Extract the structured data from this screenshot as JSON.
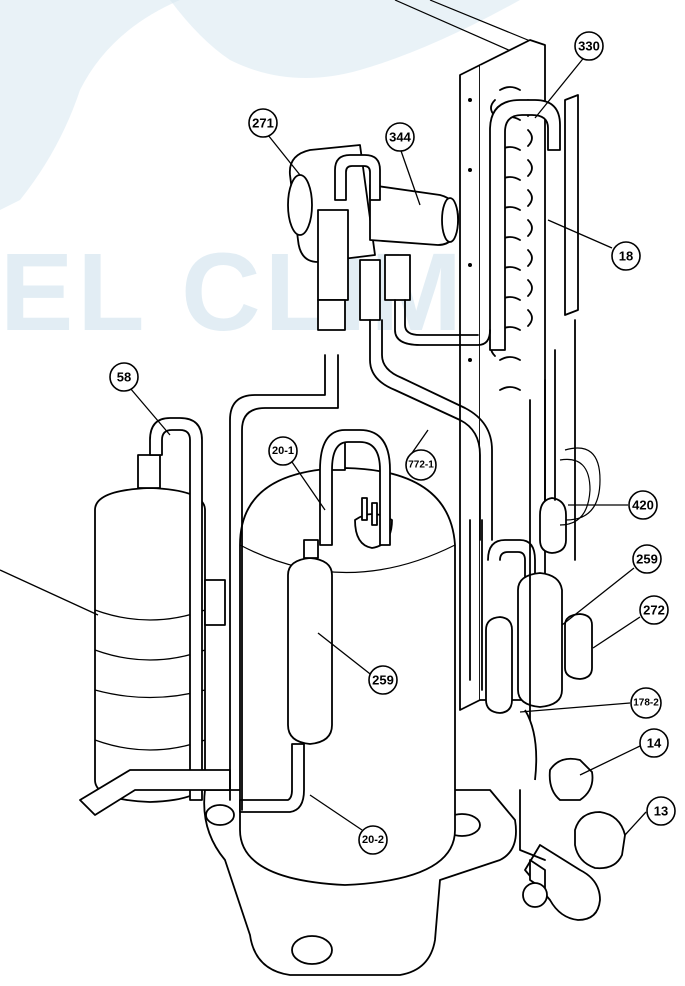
{
  "watermark": {
    "text": "EL CLIMA"
  },
  "callouts": [
    {
      "id": "330",
      "label": "330"
    },
    {
      "id": "271",
      "label": "271"
    },
    {
      "id": "344",
      "label": "344"
    },
    {
      "id": "18",
      "label": "18"
    },
    {
      "id": "58",
      "label": "58"
    },
    {
      "id": "20-1",
      "label": "20-1"
    },
    {
      "id": "772-1",
      "label": "772-1"
    },
    {
      "id": "420",
      "label": "420"
    },
    {
      "id": "259a",
      "label": "259"
    },
    {
      "id": "272",
      "label": "272"
    },
    {
      "id": "259b",
      "label": "259"
    },
    {
      "id": "178-2",
      "label": "178-2"
    },
    {
      "id": "14",
      "label": "14"
    },
    {
      "id": "13",
      "label": "13"
    },
    {
      "id": "20-2",
      "label": "20-2"
    }
  ],
  "colors": {
    "line": "#000000",
    "watermark": "#cfe2ee"
  }
}
